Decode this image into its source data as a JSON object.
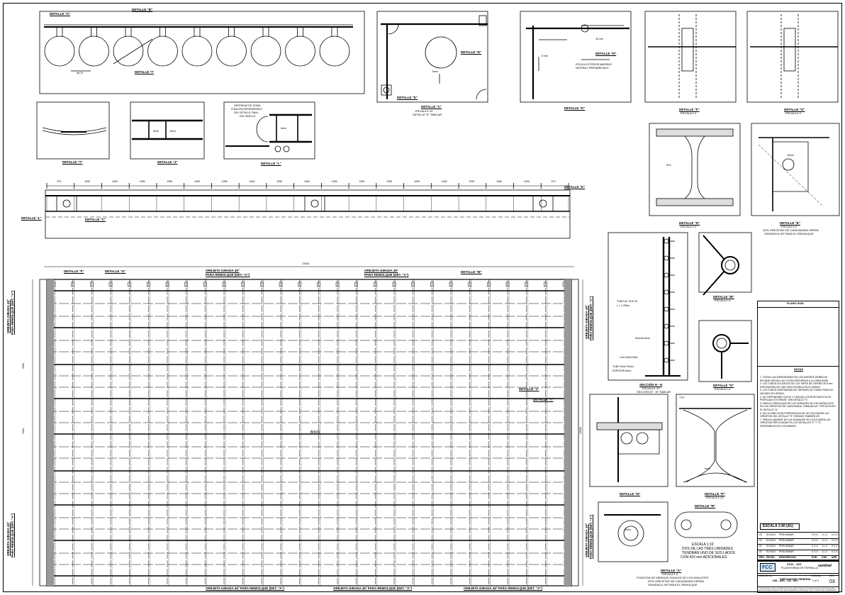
{
  "top_plan": {
    "labels": [
      "DETALLE \"A\"",
      "DETALLE \"B\"",
      "DETALLE \"I\""
    ],
    "dim": "46,75"
  },
  "details": {
    "c": {
      "title": "DETALLE \"C\"",
      "scale": "ESCALA 1:10",
      "note": "DETALLE \"E\" SIMILAR",
      "inner": [
        "DETALLE \"D\"",
        "DETALLE \"E\"",
        "6mm"
      ]
    },
    "k": {
      "title": "DETALLE \"K\"",
      "inner": [
        "DETALLE \"H\"",
        "ESCALA EXTERIOR ABATIBLE",
        "MATERIAL PREFABRICADO",
        "8 mm",
        "16 mm"
      ]
    },
    "f": {
      "title": "DETALLE \"F\"",
      "scale": "ESCALA 1:2"
    },
    "g": {
      "title": "DETALLE \"G\"",
      "scale": "ESCALA 1:2"
    },
    "t": {
      "title": "DETALLE \"T\""
    },
    "j": {
      "title": "DETALLE \"J\"",
      "inner": [
        "6mm",
        "6mm"
      ]
    },
    "l": {
      "title": "DETALLE \"L\"",
      "inner": [
        "DEFENSAS DE GOMA",
        "FIJACIÓN DEPENDIENDO",
        "DEL DETALLE FINAL",
        "DEL MUELLE",
        "6mm"
      ]
    },
    "d": {
      "title": "DETALLE \"D\"",
      "scale": "ESCALA 1:2",
      "inner": [
        "R14"
      ]
    },
    "e": {
      "title": "DETALLE \"E\"",
      "scale": "ESCALA 1:2",
      "note1": "DOS OREJETAS DE CADA BANDA SERÁN",
      "note2": "GIRADAS A 45º PARA EL REMOLQUE",
      "inner": [
        "15mm"
      ]
    },
    "section": {
      "title": "SECCIÓN H - H",
      "scale": "ESCALA 1:10",
      "note": "SECCIÓN B\" - B\" SIMILAR",
      "inner": [
        "TUBO AC SCH 40",
        "L = 1,330m",
        "Ranura 6mm",
        "Cart.160x130x6",
        "TUBO Φext 75mm.",
        "ESPESOR 6mm."
      ]
    },
    "m": {
      "title": "DETALLE \"M\"",
      "scale": "ESCALA 1:4"
    },
    "o": {
      "title": "DETALLE \"O\"",
      "scale": "ESCALA 1:4"
    },
    "n": {
      "title": "DETALLE \"N\""
    },
    "p": {
      "title": "DETALLE \"P\"",
      "scale": "ESCALA 1:10",
      "inner": [
        "6mm",
        "TYP."
      ]
    },
    "a": {
      "title": "DETALLE \"A\"",
      "scale": "ESCALA 1:4",
      "note1": "POSICIÓN DE MEDIDAS FINALES DE LOS ANILLETES",
      "note2": "DOS OREJETAS DE CADA BANDA SERÁN",
      "note3": "GIRADAS A 45º PARA EL REMOLQUE",
      "inner": [
        "15mm",
        "DETALLE \"R\""
      ]
    },
    "mid": {
      "scale": "ESCALA 1:10",
      "note1": "DOS DE LAS TRES UNIDADES",
      "note2": "TENDRÁN UNO DE SUS LADOS",
      "note3": "CON 410 mm ADICIONALES"
    }
  },
  "elevation": {
    "labels": [
      "DETALLE \"L\"",
      "DETALLE \"C\"",
      "DETALLE \"K\""
    ],
    "dims": [
      "570",
      "1050",
      "1050",
      "1050",
      "1050",
      "1050",
      "1050",
      "1050",
      "1050",
      "1050",
      "1050",
      "1050",
      "1050",
      "1050",
      "1050",
      "1050",
      "1050",
      "1050",
      "570"
    ]
  },
  "plan": {
    "top_labels": [
      "DETALLE \"F\"",
      "DETALLE \"G\"",
      "OREJETA GIRADA 45º",
      "PARA REMOLQUE (DET. \"A\")",
      "OREJETA GIRADA 45º",
      "PARA REMOLQUE (DET. \"A\")",
      "DETALLE \"M\""
    ],
    "overall_dim": "27600",
    "center": "6mm",
    "left_labels": [
      "OREJETA GIRADA 45º",
      "PARA REMOLQUE (DET. \"A\")",
      "OREJETA GIRADA 45º",
      "PARA REMOLQUE (DET. \"A\")"
    ],
    "right_labels": [
      "OREJETA GIRADA 45º",
      "PARA REMOLQUE (DET. \"A\")",
      "DETALLE \"J\"",
      "DETALLE \"T\"",
      "OREJETA GIRADA 45º",
      "PARA REMOLQUE (DET. \"A\")"
    ],
    "bottom_labels": [
      "OREJETA GIRADA 45º PARA REMOLQUE (DET. \"A\")",
      "OREJETA GIRADA 45º PARA REMOLQUE (DET. \"A\")",
      "OREJETA GIRADA 45º PARA REMOLQUE (DET. \"A\")"
    ],
    "side_dims": [
      "2000",
      "4000",
      "13500"
    ]
  },
  "title_block": {
    "plano_guia": "PLANO GUÍA",
    "notas_title": "NOTAS",
    "notes": [
      "1. TODAS LAS DIMENSIONES EN LOS DISEÑOS DEBEN SE REVISAR SEGÚN LAS COTAS REFERIDAS A LA LÍNEA BASE.",
      "2. LOS TUBOS SOLDADOS DE LOS TAPES DE CIERRE DE 8 mm DISPONDRÁN DE UNA TAPA ESTANCA EN EL MISMO.",
      "3. LOS TUBOS DISPONDRÁN DE TAPONES DE FONDO PARA SU VACIADO EN GRADA.",
      "4. SE DISPONDRÁN TACOS Y CASQUILLOS ROSCADOS EN EL PERFILADO EXTERIOR. VER DETALLE \"K\".",
      "5. PARA EL REMOLQUE DE LAS UNIDADES SE UTILIZARÁN DOS DE LAS OREJETAS DE CADA BANDA, GIRADAS 45º. VER NOTA EN EL DETALLE \"A\".",
      "6. EN LA DIRECCIÓN PERPENDICULAR, SE UTILIZARÁN LAS OREJETAS DEL DETALLE \"E\" GIRADAS TAMBIÉN 45º.",
      "7. PARA EL AMARRE DE LAS UNIDADES SE COLOCARÁN LAS OREJETAS REFLEJADAS EN LOS DETALLES \"F\" Y \"G\", DISPONIBLES EN LOS MISMOS."
    ],
    "scale": "ESCALA 1:60 (A1)",
    "revisions": [
      [
        "03",
        "01/01/01",
        "PRELIMINAR",
        "X.X.X.",
        "J.L.X.",
        "X.X.X."
      ],
      [
        "02",
        "01/01/01",
        "PRELIMINAR",
        "X.X.X.",
        "J.L.X.",
        "X.X.X."
      ],
      [
        "01",
        "01/01/01",
        "PRELIMINAR",
        "X.X.X.",
        "J.L.X.",
        "X.X.X."
      ],
      [
        "00",
        "01/01/01",
        "PRELIMINAR",
        "X.X.X.",
        "J.L.X.",
        "X.X.X."
      ]
    ],
    "rev_headers": [
      "REV",
      "FECHA",
      "DESCRIPCIÓN",
      "POR",
      "CHK",
      "APR"
    ],
    "logo_left": "FCC",
    "logo_right": "sentinel",
    "project": "XXXL - 4XX",
    "project_sub": "PLATAFORMA DE FERRALLA",
    "drawing_title": "DISPOSICIÓN GENERAL",
    "dibujo_label": "DIBUJO No.",
    "dibujo_no": "DW - 4XX - CA - 001",
    "hoja_label": "HOJA No.",
    "hoja_no": "1 of 1",
    "rev_label": "REV",
    "rev_no": "03",
    "disclaimer": "This document, which is property of SENTINEL, must not be copied without written permission and the contents thereof must not be imparted to a third party nor be used for any unauthorized purpose."
  }
}
